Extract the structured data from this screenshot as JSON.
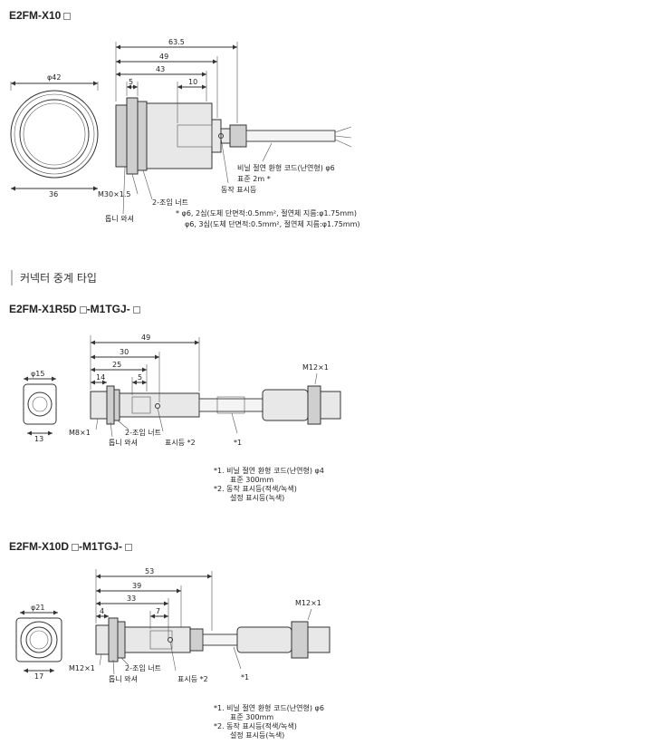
{
  "models": [
    {
      "heading": "E2FM-X10",
      "dims": {
        "top": "63.5",
        "d2": "49",
        "d3": "43",
        "d4": "10",
        "d5": "5",
        "dia": "φ42",
        "width": "36"
      },
      "labels": {
        "thread": "M30×1.5",
        "nut": "2-조임 너트",
        "washer": "톱니 와셔",
        "indicator": "동작 표시등",
        "cord1": "비닐 절연 환형 코드(난연형) φ6",
        "cord2": "표준 2m *"
      },
      "notes": [
        "* φ6, 2심(도체 단면적:0.5mm², 절연체 지름:φ1.75mm)",
        "φ6, 3심(도체 단면적:0.5mm², 절연체 지름:φ1.75mm)"
      ]
    },
    {
      "heading": "E2FM-X1R5D",
      "heading_suffix": "-M1TGJ-",
      "dims": {
        "d1": "49",
        "d2": "30",
        "d3": "25",
        "d4": "14",
        "d5": "5",
        "dia": "φ15",
        "width": "13"
      },
      "labels": {
        "thread": "M8×1",
        "nut": "2-조임 너트",
        "washer": "톱니 와셔",
        "indicator": "표시등 *2",
        "star1": "*1",
        "connector": "M12×1"
      },
      "notes": [
        "*1. 비닐 절연 환형 코드(난연형) φ4",
        "표준 300mm",
        "*2. 동작 표시등(적색/녹색)",
        "설정 표시등(녹색)"
      ]
    },
    {
      "heading": "E2FM-X10D",
      "heading_suffix": "-M1TGJ-",
      "dims": {
        "d1": "53",
        "d2": "39",
        "d3": "33",
        "d4": "4",
        "d5": "7",
        "dia": "φ21",
        "width": "17"
      },
      "labels": {
        "thread": "M12×1",
        "nut": "2-조임 너트",
        "washer": "톱니 와셔",
        "indicator": "표시등 *2",
        "star1": "*1",
        "connector": "M12×1"
      },
      "notes": [
        "*1. 비닐 절연 환형 코드(난연형) φ6",
        "표준 300mm",
        "*2. 동작 표시등(적색/녹색)",
        "설정 표시등(녹색)"
      ]
    }
  ],
  "section_title": "커넥터 중계 타입"
}
